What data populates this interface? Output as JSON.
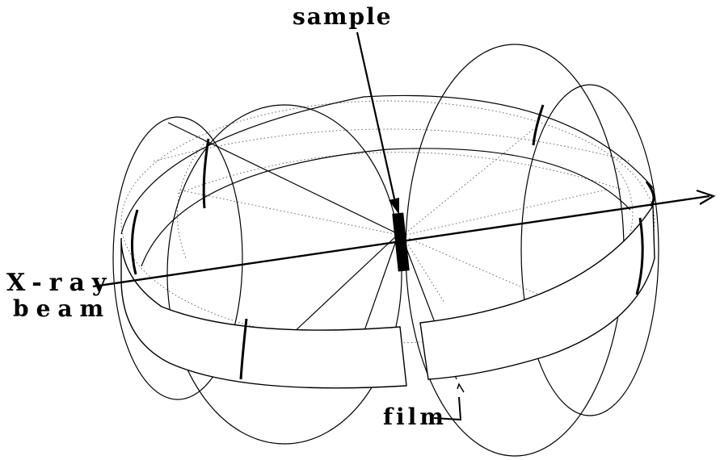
{
  "labels": {
    "sample": "sample",
    "xray_line1": "X-ray",
    "xray_line2": "beam",
    "film": "film"
  }
}
